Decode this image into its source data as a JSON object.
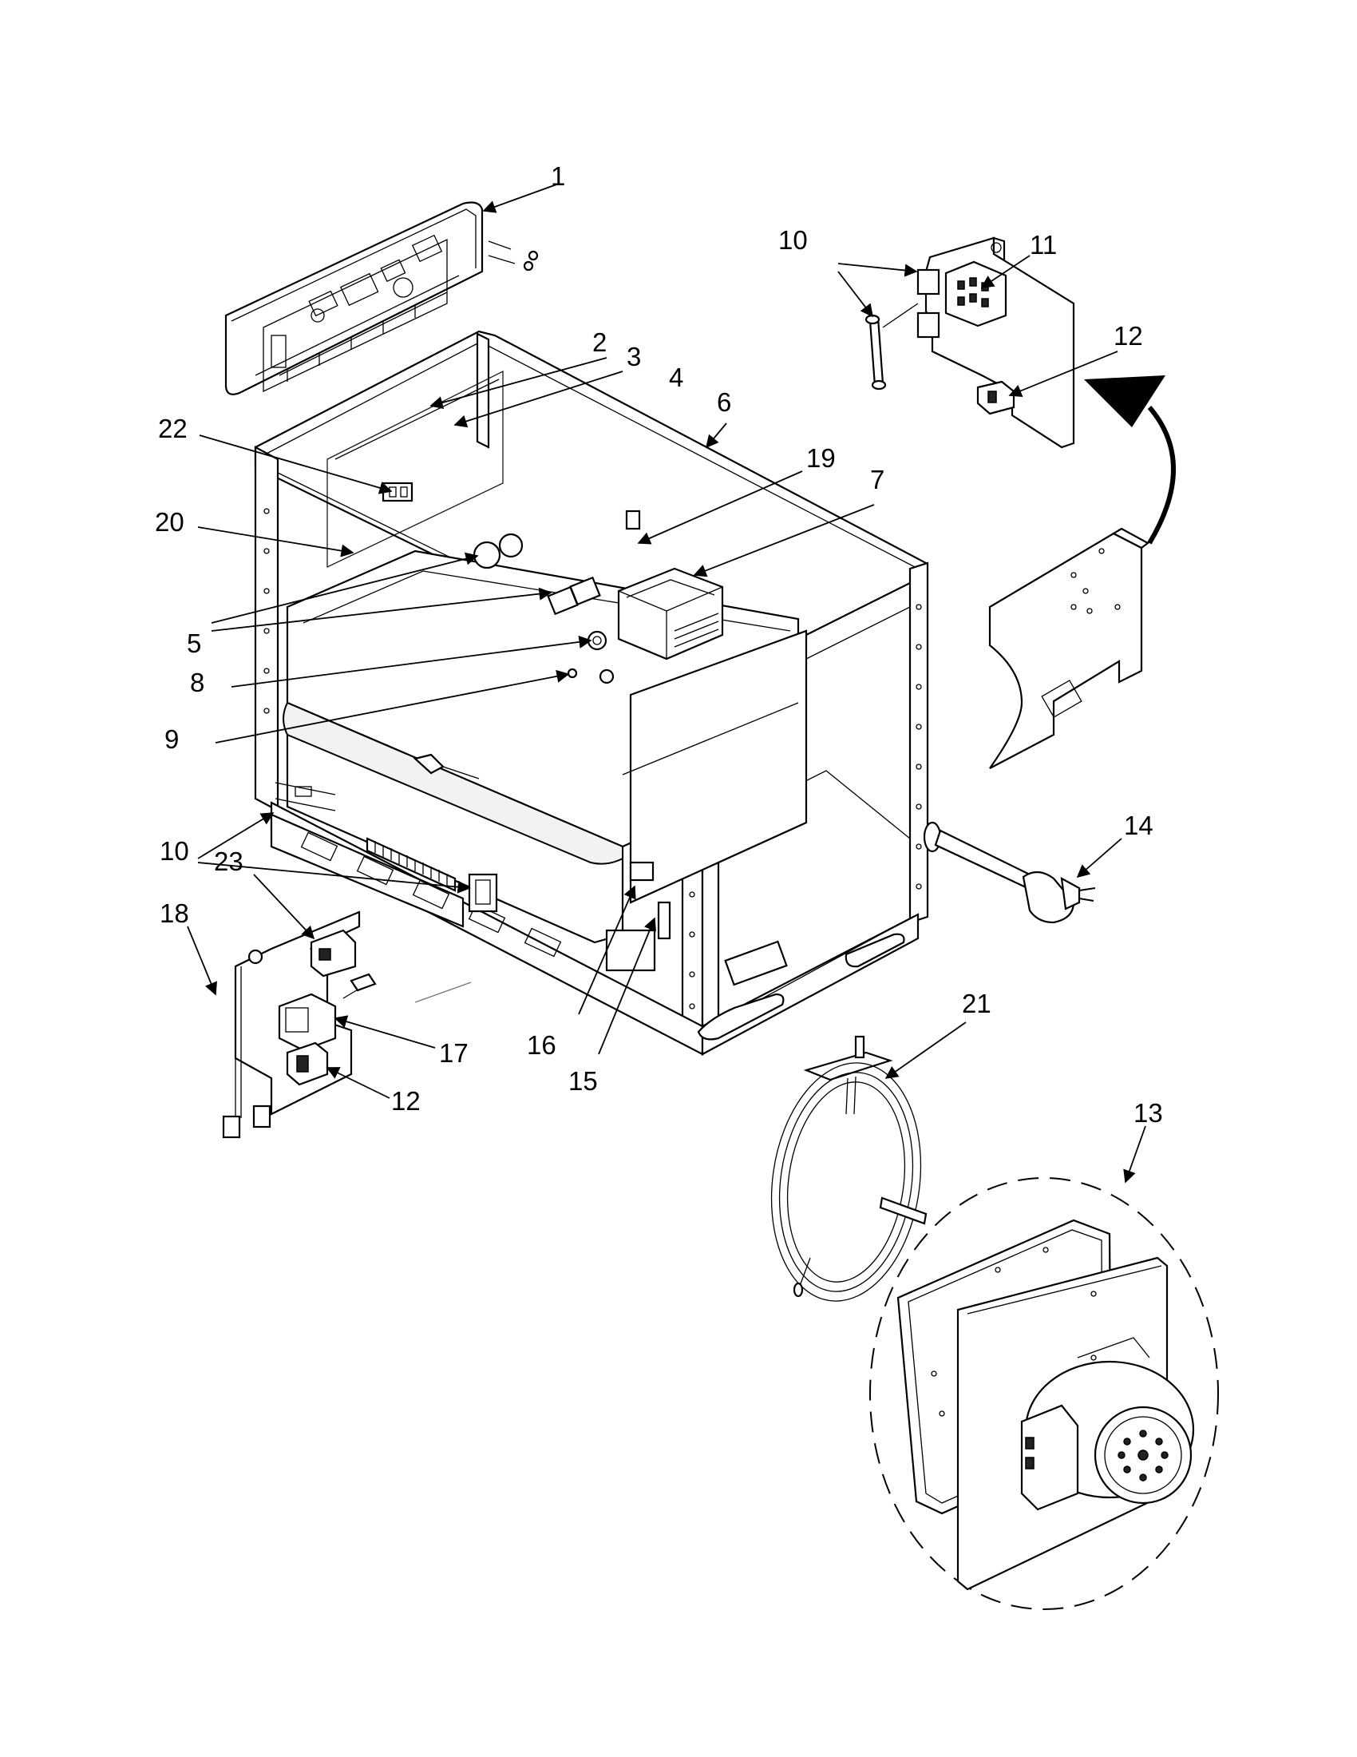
{
  "callouts": {
    "c1": "1",
    "c2": "2",
    "c3": "3",
    "c4": "4",
    "c5": "5",
    "c6": "6",
    "c7": "7",
    "c8": "8",
    "c9": "9",
    "c10a": "10",
    "c10b": "10",
    "c11": "11",
    "c12a": "12",
    "c12b": "12",
    "c13": "13",
    "c14": "14",
    "c15": "15",
    "c16": "16",
    "c17": "17",
    "c18": "18",
    "c19": "19",
    "c20": "20",
    "c21": "21",
    "c22": "22",
    "c23": "23"
  }
}
